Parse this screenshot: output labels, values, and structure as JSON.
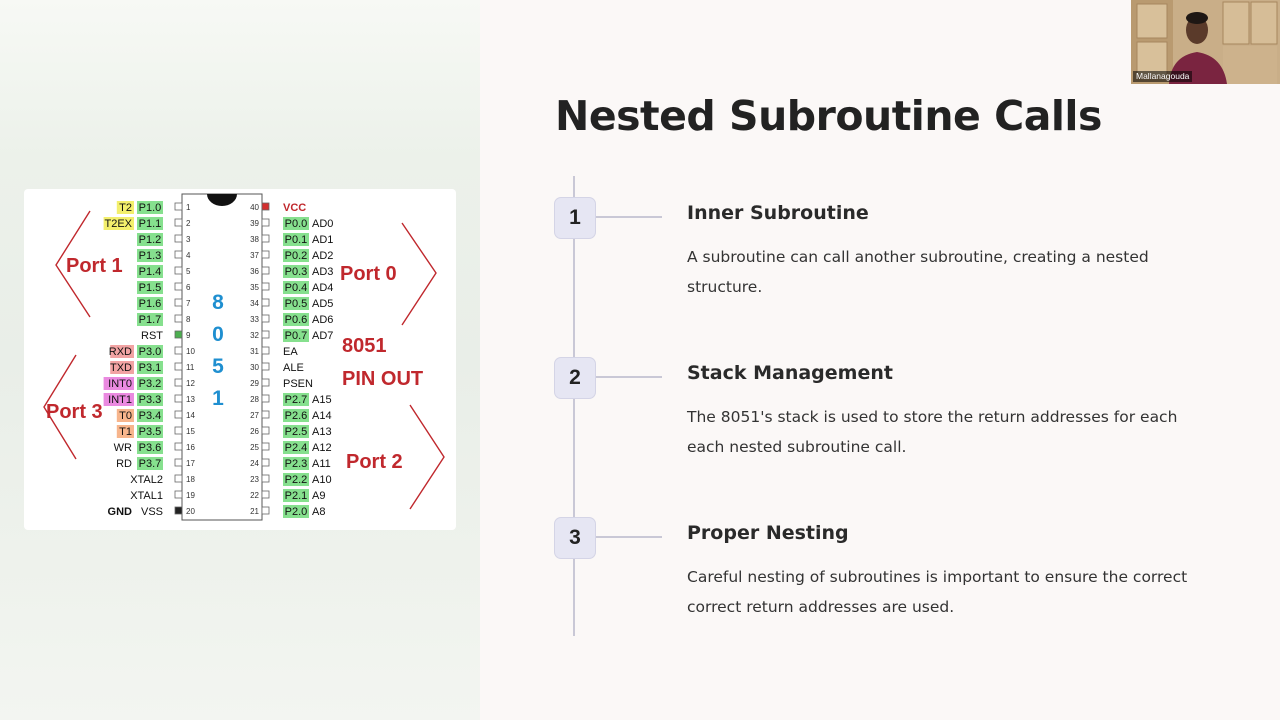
{
  "slide": {
    "title": "Nested Subroutine Calls",
    "steps": [
      {
        "number": "1",
        "title": "Inner Subroutine",
        "desc_lines": [
          "A subroutine can call another subroutine, creating a nested",
          "structure."
        ]
      },
      {
        "number": "2",
        "title": "Stack Management",
        "desc_lines": [
          "The 8051's stack is used to store the return addresses for each",
          "each nested subroutine call."
        ]
      },
      {
        "number": "3",
        "title": "Proper Nesting",
        "desc_lines": [
          "Careful nesting of subroutines is important to ensure the correct",
          "correct return addresses are used."
        ]
      }
    ]
  },
  "pinout": {
    "chip_name": [
      "8",
      "0",
      "5",
      "1"
    ],
    "caption": [
      "8051",
      "PIN OUT"
    ],
    "port_labels": {
      "port1": "Port 1",
      "port0": "Port 0",
      "port3": "Port 3",
      "port2": "Port 2"
    },
    "left_pins": [
      {
        "num": "1",
        "name": "P1.0",
        "alt": "T2",
        "alt_color": "yellow"
      },
      {
        "num": "2",
        "name": "P1.1",
        "alt": "T2EX",
        "alt_color": "yellow"
      },
      {
        "num": "3",
        "name": "P1.2",
        "alt": ""
      },
      {
        "num": "4",
        "name": "P1.3",
        "alt": ""
      },
      {
        "num": "5",
        "name": "P1.4",
        "alt": ""
      },
      {
        "num": "6",
        "name": "P1.5",
        "alt": ""
      },
      {
        "num": "7",
        "name": "P1.6",
        "alt": ""
      },
      {
        "num": "8",
        "name": "P1.7",
        "alt": ""
      },
      {
        "num": "9",
        "name": "RST",
        "alt": ""
      },
      {
        "num": "10",
        "name": "P3.0",
        "alt": "RXD",
        "alt_color": "red"
      },
      {
        "num": "11",
        "name": "P3.1",
        "alt": "TXD",
        "alt_color": "red"
      },
      {
        "num": "12",
        "name": "P3.2",
        "alt": "INT0",
        "alt_color": "magenta"
      },
      {
        "num": "13",
        "name": "P3.3",
        "alt": "INT1",
        "alt_color": "magenta"
      },
      {
        "num": "14",
        "name": "P3.4",
        "alt": "T0",
        "alt_color": "orange"
      },
      {
        "num": "15",
        "name": "P3.5",
        "alt": "T1",
        "alt_color": "orange"
      },
      {
        "num": "16",
        "name": "P3.6",
        "alt": "WR",
        "alt_color": "none"
      },
      {
        "num": "17",
        "name": "P3.7",
        "alt": "RD",
        "alt_color": "none"
      },
      {
        "num": "18",
        "name": "XTAL2",
        "alt": ""
      },
      {
        "num": "19",
        "name": "XTAL1",
        "alt": ""
      },
      {
        "num": "20",
        "name": "VSS",
        "alt": "GND",
        "alt_color": "none"
      }
    ],
    "right_pins": [
      {
        "num": "40",
        "name": "VCC",
        "alt": ""
      },
      {
        "num": "39",
        "name": "P0.0",
        "alt": "AD0"
      },
      {
        "num": "38",
        "name": "P0.1",
        "alt": "AD1"
      },
      {
        "num": "37",
        "name": "P0.2",
        "alt": "AD2"
      },
      {
        "num": "36",
        "name": "P0.3",
        "alt": "AD3"
      },
      {
        "num": "35",
        "name": "P0.4",
        "alt": "AD4"
      },
      {
        "num": "34",
        "name": "P0.5",
        "alt": "AD5"
      },
      {
        "num": "33",
        "name": "P0.6",
        "alt": "AD6"
      },
      {
        "num": "32",
        "name": "P0.7",
        "alt": "AD7"
      },
      {
        "num": "31",
        "name": "EA",
        "alt": ""
      },
      {
        "num": "30",
        "name": "ALE",
        "alt": ""
      },
      {
        "num": "29",
        "name": "PSEN",
        "alt": ""
      },
      {
        "num": "28",
        "name": "P2.7",
        "alt": "A15"
      },
      {
        "num": "27",
        "name": "P2.6",
        "alt": "A14"
      },
      {
        "num": "26",
        "name": "P2.5",
        "alt": "A13"
      },
      {
        "num": "25",
        "name": "P2.4",
        "alt": "A12"
      },
      {
        "num": "24",
        "name": "P2.3",
        "alt": "A11"
      },
      {
        "num": "23",
        "name": "P2.2",
        "alt": "A10"
      },
      {
        "num": "22",
        "name": "P2.1",
        "alt": "A9"
      },
      {
        "num": "21",
        "name": "P2.0",
        "alt": "A8"
      }
    ]
  },
  "colors": {
    "title": "#222222",
    "port_label": "#c0282d",
    "pin_green": "#86e08e",
    "chip_text": "#1f8fd0",
    "alt_yellow": "#f3ef6c",
    "alt_red": "#f2a3a3",
    "alt_magenta": "#ea8ae0",
    "alt_orange": "#f7b58c"
  },
  "webcam": {
    "name": "Mallanagouda"
  }
}
